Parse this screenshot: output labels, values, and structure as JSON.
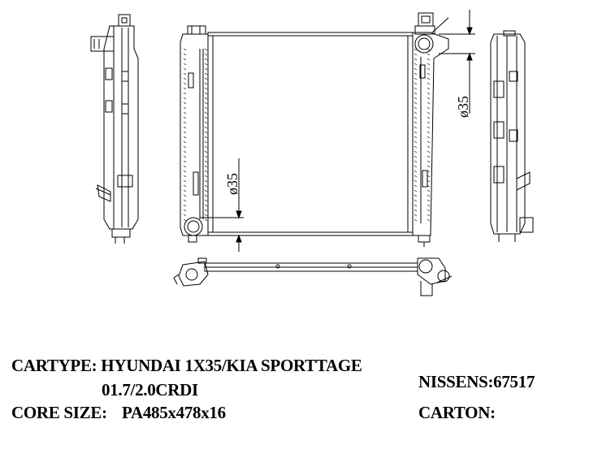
{
  "drawing": {
    "dim_inlet": "ø35",
    "dim_outlet": "ø35",
    "line_color": "#000000"
  },
  "specs": {
    "cartype_line": "CARTYPE: HYUNDAI 1X35/KIA SPORTTAGE",
    "engine_line": "01.7/2.0CRDI",
    "core_size_key": "CORE SIZE:",
    "core_size_value": "PA485x478x16",
    "nissens": "NISSENS:67517",
    "carton": "CARTON:"
  }
}
